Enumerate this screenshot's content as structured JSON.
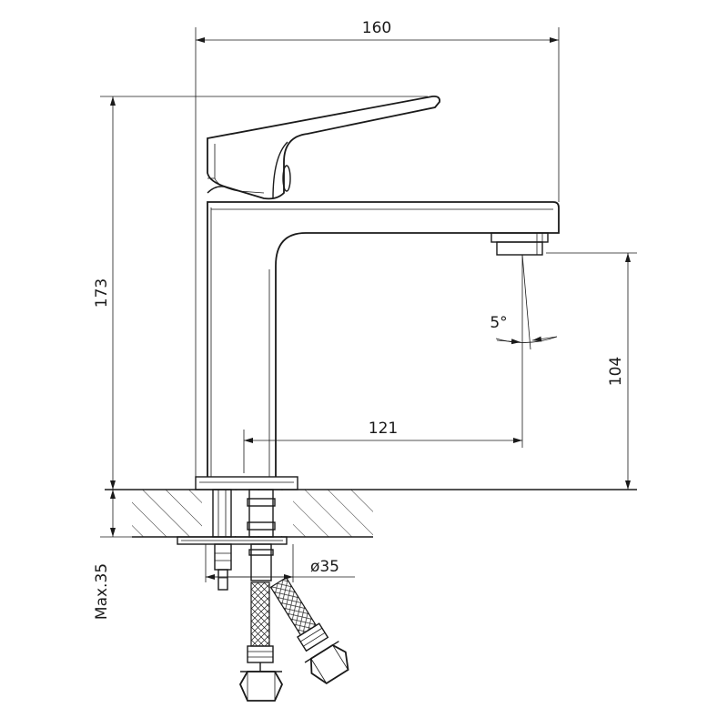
{
  "dimensions": {
    "width": "160",
    "height": "173",
    "spout_reach": "121",
    "spout_height": "104",
    "angle": "5°",
    "hole_diameter": "ø35",
    "max_thickness": "Max.35"
  },
  "colors": {
    "line": "#1a1a1a",
    "background": "#ffffff"
  }
}
